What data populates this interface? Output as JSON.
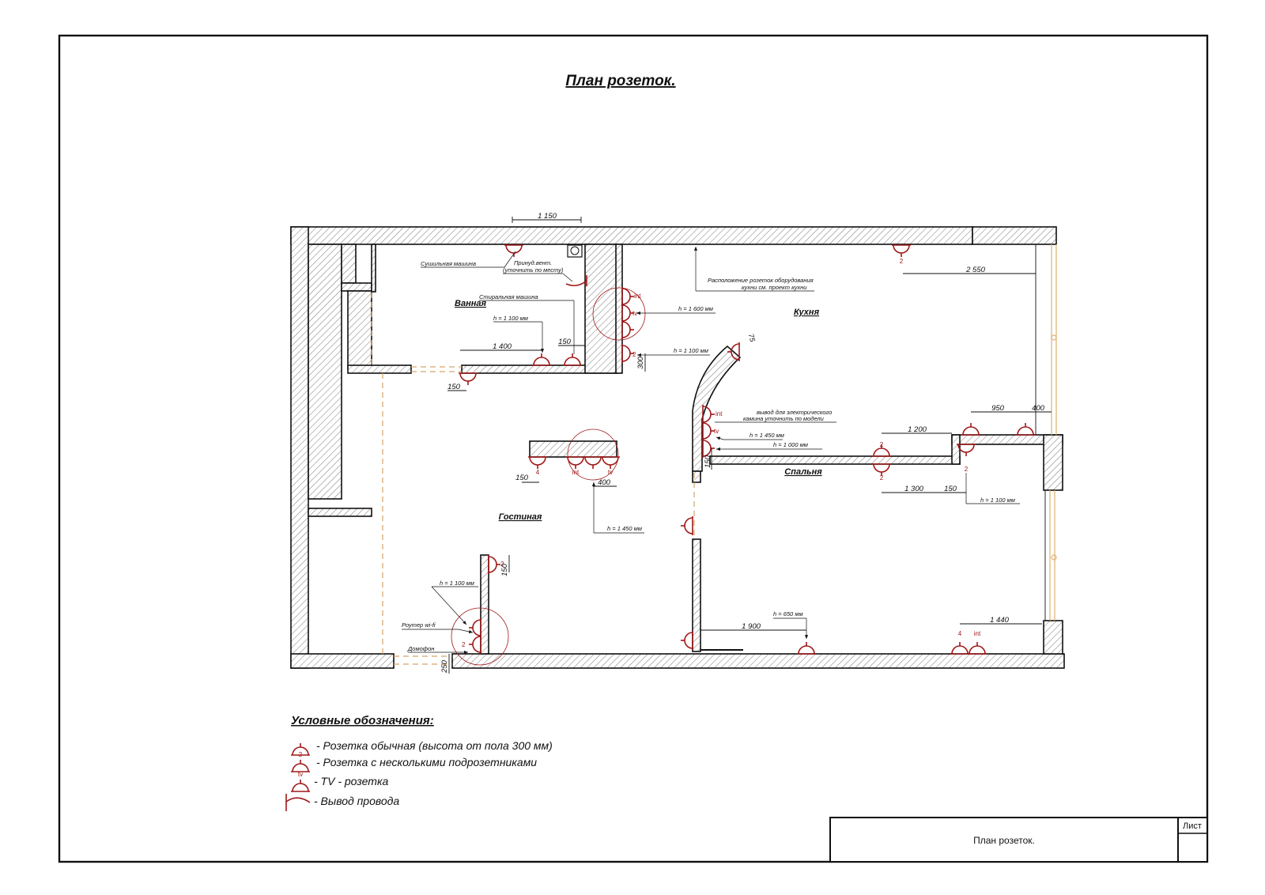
{
  "title": "План розеток.",
  "rooms": {
    "bath": "Ванная",
    "kitchen": "Кухня",
    "living": "Гостиная",
    "bedroom": "Спальня"
  },
  "notes": {
    "dryer": "Сушильная машина",
    "washer": "Стиральная машина",
    "vent_1": "Принуд.вент.",
    "vent_2": "(уточнить по месту)",
    "kitchen_eq_1": "Расположение розеток оборудования",
    "kitchen_eq_2": "кухни см. проект кухни",
    "fireplace_1": "вывод для электрического",
    "fireplace_2": "камина уточнить по модели",
    "router": "Роутер wi-fi",
    "intercom": "Домофон"
  },
  "dimensions": {
    "top": "1 150",
    "d2550": "2 550",
    "d1400": "1 400",
    "d150_bath": "150",
    "d150_door": "150",
    "d300": "300",
    "d150_island": "150",
    "d400_island": "400",
    "d150_fireplace": "150",
    "d1200": "1 200",
    "d950": "950",
    "d400_bed": "400",
    "d1300": "1 300",
    "d150_bed": "150",
    "d150_corridor": "150",
    "d1900": "1 900",
    "d1440": "1 440",
    "d250": "250",
    "d75": "75"
  },
  "heights": {
    "h1100_bath": "h = 1 100 мм",
    "h1600": "h = 1 600 мм",
    "h1100_kitchen": "h = 1 100 мм",
    "h1450_fire": "h = 1 450 мм",
    "h1000": "h = 1 000 мм",
    "h1450_island": "h = 1 450 мм",
    "h1100_bed": "h = 1 100 мм",
    "h1100_corridor": "h = 1 100 мм",
    "h650": "h = 650 мм"
  },
  "socket_labels": {
    "int": "int",
    "tv": "tv",
    "n2": "2",
    "n4": "4"
  },
  "legend": {
    "heading": "Условные обозначения:",
    "items": [
      {
        "symbol": "socket-simple",
        "text": "- Розетка обычная (высота от пола 300 мм)"
      },
      {
        "symbol": "socket-multi",
        "label": "2",
        "text": "- Розетка с несколькими подрозетниками"
      },
      {
        "symbol": "socket-tv",
        "label": "tv",
        "text": "- TV - розетка"
      },
      {
        "symbol": "wire-outlet",
        "text": "- Вывод провода"
      }
    ]
  },
  "stamp": {
    "sheet_label": "Лист",
    "sheet_title": "План розеток."
  },
  "colors": {
    "socket": "#a01818",
    "door": "#d8a468",
    "window": "#e0b070"
  }
}
